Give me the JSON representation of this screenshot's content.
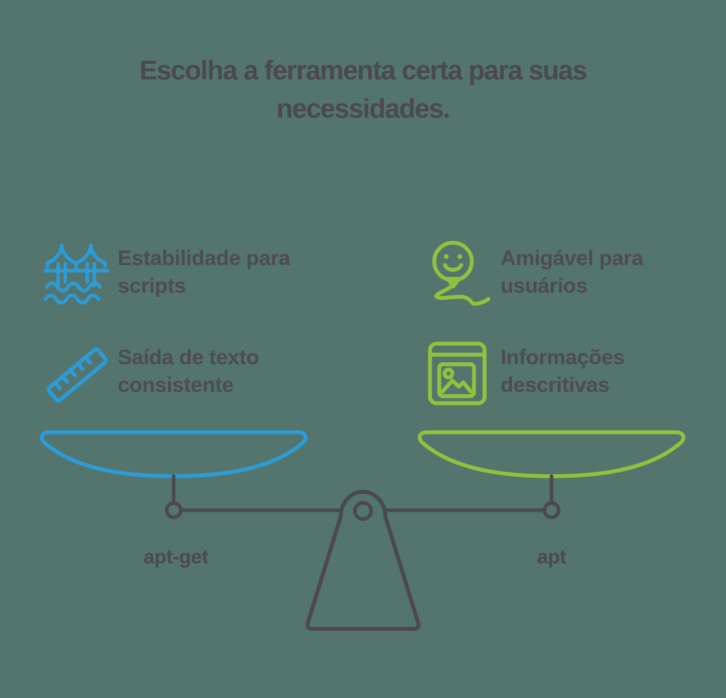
{
  "title": "Escolha a ferramenta certa para suas necessidades.",
  "colors": {
    "background": "#54746E",
    "left_accent_blue": "#2B9CD8",
    "right_accent_green": "#92C13E",
    "text_dark_gray": "#4A4A4A"
  },
  "comparison": {
    "left": {
      "tool": "apt-get",
      "features": [
        {
          "icon": "bridge-icon",
          "label": "Estabilidade para scripts"
        },
        {
          "icon": "ruler-icon",
          "label": "Saída de texto consistente"
        }
      ]
    },
    "right": {
      "tool": "apt",
      "features": [
        {
          "icon": "balloon-smiley-icon",
          "label": "Amigável para usuários"
        },
        {
          "icon": "picture-book-icon",
          "label": "Informações descritivas"
        }
      ]
    }
  }
}
